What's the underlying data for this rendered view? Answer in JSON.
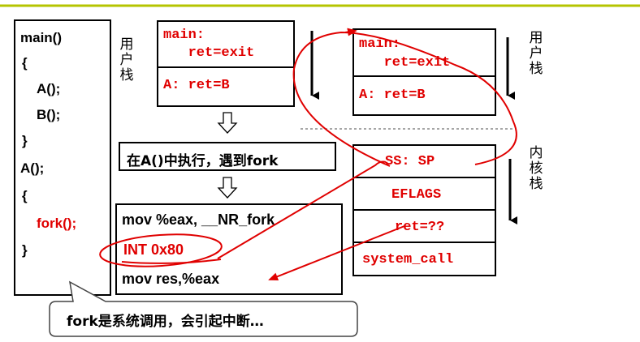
{
  "code_panel": {
    "lines": [
      "main()",
      "{",
      "A();",
      "B();",
      "}",
      "A();",
      "{",
      "fork();",
      "}"
    ]
  },
  "user_stack_left": {
    "label_chars": [
      "用",
      "户",
      "栈"
    ],
    "cells": [
      "main:\n   ret=exit",
      "A: ret=B"
    ]
  },
  "user_stack_right": {
    "label_chars": [
      "用",
      "户",
      "栈"
    ],
    "cells": [
      "main:\n   ret=exit",
      "A: ret=B"
    ]
  },
  "kernel_stack": {
    "label_chars": [
      "内",
      "核",
      "栈"
    ],
    "cells": [
      "SS: SP",
      "EFLAGS",
      "ret=??",
      "system_call"
    ]
  },
  "exec_box": {
    "text": "在A()中执行，遇到fork"
  },
  "asm_box": {
    "lines": [
      "mov  %eax, __NR_fork",
      "INT 0x80",
      "mov res,%eax"
    ]
  },
  "callout": {
    "text": "fork是系统调用，会引起中断…"
  },
  "colors": {
    "red": "#e00000",
    "accent_line": "#b5c400"
  }
}
